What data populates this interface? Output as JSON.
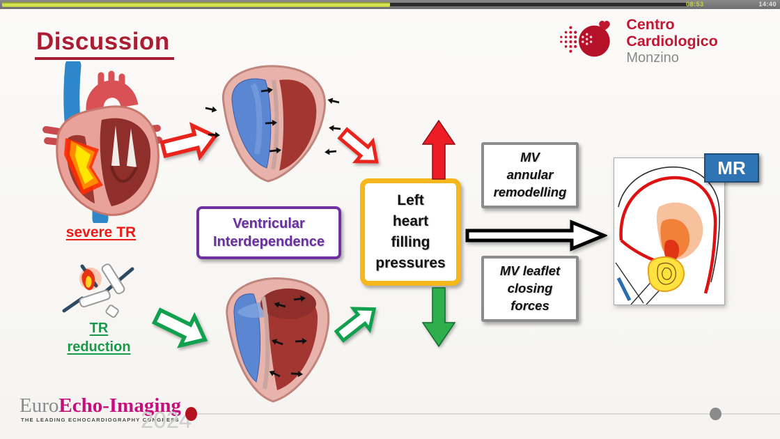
{
  "player": {
    "current_time": "08:53",
    "total_time": "14:40"
  },
  "header": {
    "title": "Discussion",
    "logo": {
      "name_line1": "Centro Cardiologico",
      "name_line2": "Monzino"
    }
  },
  "diagram": {
    "severe_tr_label": "severe TR",
    "tr_reduction_label": [
      "TR",
      "reduction"
    ],
    "ventricular_box": [
      "Ventricular",
      "Interdependence"
    ],
    "pressure_box": [
      "Left",
      "heart",
      "filling",
      "pressures"
    ],
    "mv_annular_box": [
      "MV",
      "annular",
      "remodelling"
    ],
    "mv_leaflet_box": [
      "MV leaflet",
      "closing",
      "forces"
    ],
    "mr_badge": "MR"
  },
  "footer": {
    "logo_euro": "Euro",
    "logo_echo": "Echo-Imaging",
    "tagline": "THE LEADING ECHOCARDIOGRAPHY CONGRESS",
    "year": "2024"
  },
  "colors": {
    "title_red": "#a91e32",
    "severe_tr_red": "#ed1c16",
    "reduction_green": "#169a4a",
    "interdependence_purple": "#7030a0",
    "pressure_box_yellow": "#f6b71d",
    "arrow_red": "#ee1c25",
    "arrow_green": "#2fae4d",
    "mr_blue": "#2e74b5",
    "progress_yellow_green": "#c9d440"
  }
}
